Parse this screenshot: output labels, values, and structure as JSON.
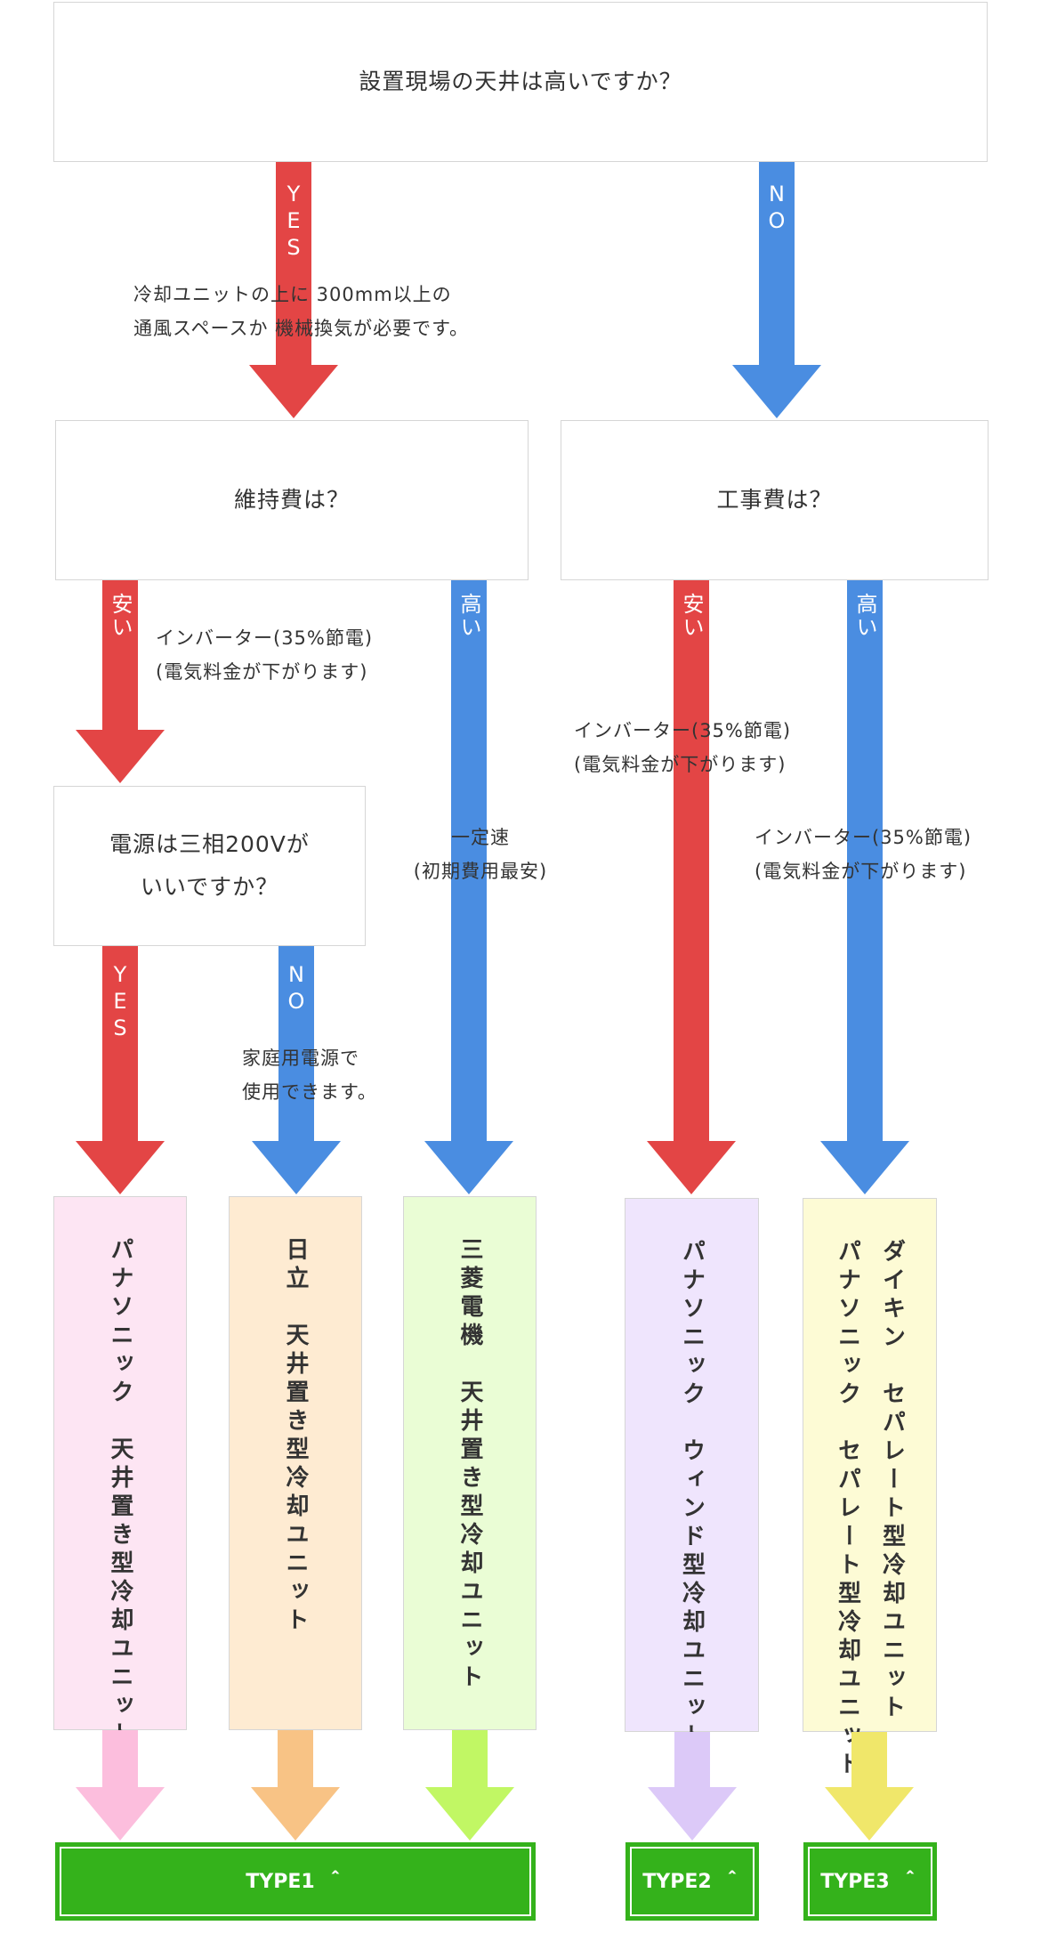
{
  "questions": {
    "q1": "設置現場の天井は高いですか？",
    "q2": "維持費は？",
    "q3": "工事費は？",
    "q4_line1": "電源は三相200Vが",
    "q4_line2": "いいですか？"
  },
  "arrows": {
    "yes": "YES",
    "no": "NO",
    "cheap": "安い",
    "expensive": "高い"
  },
  "notes": {
    "space_line1": "冷却ユニットの上に 300mm以上の",
    "space_line2": "通風スペースか 機械換気が必要です。",
    "inverter_line1": "インバーター(35%節電)",
    "inverter_line2": "(電気料金が下がります)",
    "fixed_line1": "一定速",
    "fixed_line2": "(初期費用最安)",
    "home_line1": "家庭用電源で",
    "home_line2": "使用できます。"
  },
  "products": {
    "p1": "パナソニック　天井置き型冷却ユニット",
    "p2": "日立　天井置き型冷却ユニット",
    "p3": "三菱電機　天井置き型冷却ユニット",
    "p4": "パナソニック　ウィンド型冷却ユニット",
    "p5a": "ダイキン　セパレート型冷却ユニット",
    "p5b": "パナソニック　セパレート型冷却ユニット"
  },
  "product_colors": {
    "p1": "#fde5f3",
    "p2": "#feebd2",
    "p3": "#eafdd5",
    "p4": "#efe5fd",
    "p5": "#fdfbd5"
  },
  "buttons": {
    "type1": "TYPE1",
    "type2": "TYPE2",
    "type3": "TYPE3",
    "arrow_glyph": "＾"
  },
  "colors": {
    "red": "#e34545",
    "blue": "#4a8de1",
    "green_button": "#34b21b"
  }
}
